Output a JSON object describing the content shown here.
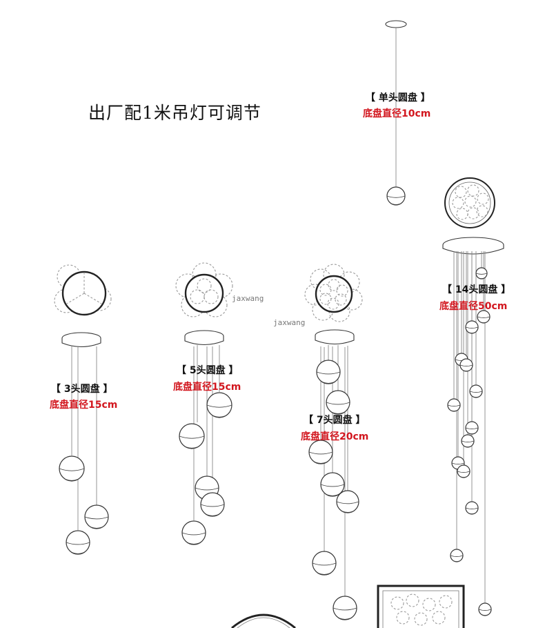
{
  "title": "出厂配1米吊灯可调节",
  "watermark": "jaxwang",
  "labels": {
    "single": {
      "name": "【 单头圆盘 】",
      "spec": "底盘直径10cm"
    },
    "three": {
      "name": "【 3头圆盘 】",
      "spec": "底盘直径15cm"
    },
    "five": {
      "name": "【 5头圆盘 】",
      "spec": "底盘直径15cm"
    },
    "seven": {
      "name": "【 7头圆盘 】",
      "spec": "底盘直径20cm"
    },
    "fourteen": {
      "name": "【 14头圆盘 】",
      "spec": "底盘直径50cm"
    }
  },
  "colors": {
    "label_text": "#111111",
    "spec_text": "#d2161e",
    "line": "#333333"
  }
}
